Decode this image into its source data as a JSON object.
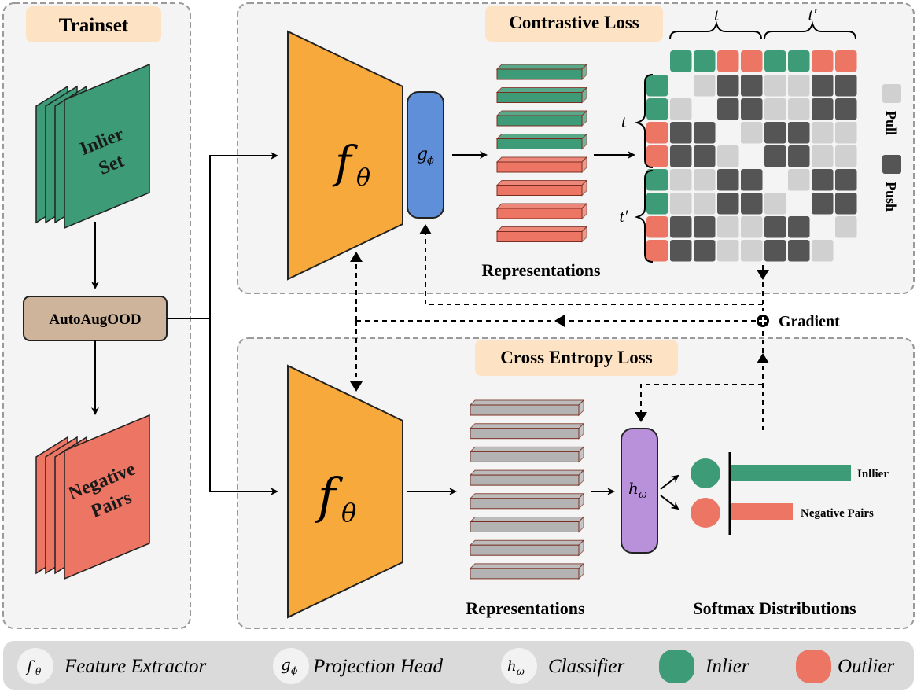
{
  "panels": {
    "trainset": "Trainset",
    "contrastive": "Contrastive Loss",
    "cross_entropy": "Cross Entropy Loss"
  },
  "stacks": {
    "inlier_line1": "Inlier",
    "inlier_line2": "Set",
    "negative_line1": "Negative",
    "negative_line2": "Pairs"
  },
  "autoaug": "AutoAugOOD",
  "models": {
    "f_main": "f",
    "f_sub": "θ",
    "g_main": "g",
    "g_sub": "ϕ",
    "h_main": "h",
    "h_sub": "ω"
  },
  "labels": {
    "representations_top": "Representations",
    "representations_bottom": "Representations",
    "softmax": "Softmax Distributions",
    "gradient": "Gradient",
    "inlier_bar": "Inllier",
    "negative_bar": "Negative Pairs",
    "pull": "Pull",
    "push": "Push"
  },
  "matrix": {
    "t": "t",
    "t_prime": "t′",
    "col_colors": [
      "green",
      "green",
      "red",
      "red",
      "green",
      "green",
      "red",
      "red"
    ],
    "row_colors": [
      "green",
      "green",
      "red",
      "red",
      "green",
      "green",
      "red",
      "red"
    ],
    "cells": [
      [
        "e",
        "l",
        "d",
        "d",
        "l",
        "l",
        "d",
        "d"
      ],
      [
        "l",
        "e",
        "d",
        "d",
        "l",
        "l",
        "d",
        "d"
      ],
      [
        "d",
        "d",
        "e",
        "l",
        "d",
        "d",
        "l",
        "l"
      ],
      [
        "d",
        "d",
        "l",
        "e",
        "d",
        "d",
        "l",
        "l"
      ],
      [
        "l",
        "l",
        "d",
        "d",
        "e",
        "l",
        "d",
        "d"
      ],
      [
        "l",
        "l",
        "d",
        "d",
        "l",
        "e",
        "d",
        "d"
      ],
      [
        "d",
        "d",
        "l",
        "l",
        "d",
        "d",
        "e",
        "l"
      ],
      [
        "d",
        "d",
        "l",
        "l",
        "d",
        "d",
        "l",
        "e"
      ]
    ]
  },
  "legend": {
    "f_main": "f",
    "f_sub": "θ",
    "feature_extractor": "Feature Extractor",
    "g_main": "g",
    "g_sub": "ϕ",
    "projection_head": "Projection Head",
    "h_main": "h",
    "h_sub": "ω",
    "classifier": "Classifier",
    "inlier": "Inlier",
    "outlier": "Outlier"
  },
  "colors": {
    "green": "#3d9b78",
    "red": "#ec7564",
    "orange": "#f8a93c",
    "blue": "#5f8fd8",
    "purple": "#b891da",
    "gray_bar": "#b3b3b3",
    "light_cell": "#d0d0d0",
    "dark_cell": "#555555",
    "label_bg": "#fde3c4",
    "autoaug": "#cdb49a"
  }
}
